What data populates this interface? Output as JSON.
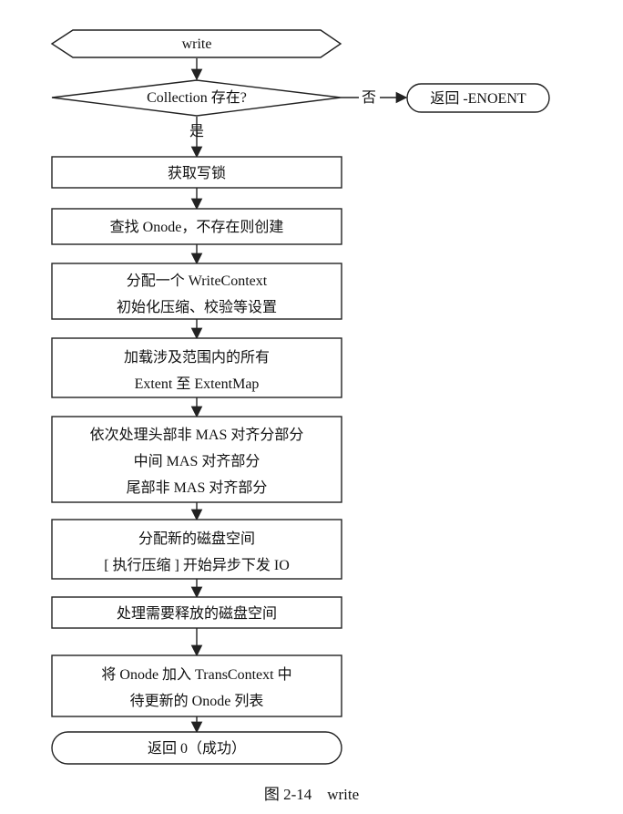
{
  "nodes": {
    "start": [
      "write"
    ],
    "decision": [
      "Collection 存在?"
    ],
    "error_end": [
      "返回 -ENOENT"
    ],
    "step1": [
      "获取写锁"
    ],
    "step2": [
      "查找 Onode，不存在则创建"
    ],
    "step3": [
      "分配一个 WriteContext",
      "初始化压缩、校验等设置"
    ],
    "step4": [
      "加载涉及范围内的所有",
      "Extent 至 ExtentMap"
    ],
    "step5": [
      "依次处理头部非 MAS 对齐分部分",
      "中间 MAS 对齐部分",
      "尾部非 MAS 对齐部分"
    ],
    "step6": [
      "分配新的磁盘空间",
      "[ 执行压缩 ] 开始异步下发 IO"
    ],
    "step7": [
      "处理需要释放的磁盘空间"
    ],
    "step8": [
      "将 Onode 加入 TransContext 中",
      "待更新的 Onode 列表"
    ],
    "end": [
      "返回 0（成功）"
    ]
  },
  "edges": {
    "no_label": "否",
    "yes_label": "是"
  },
  "caption": "图 2-14    write"
}
